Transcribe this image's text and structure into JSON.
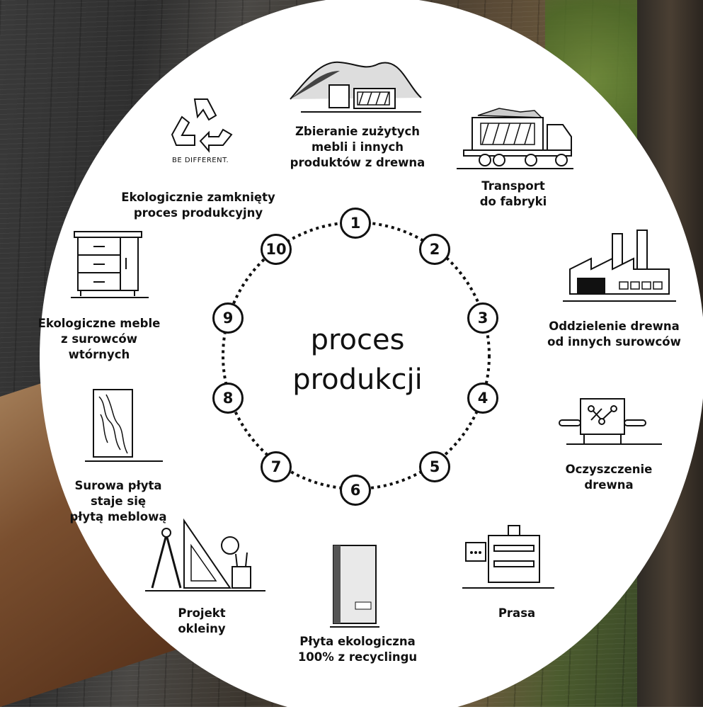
{
  "center": {
    "line1": "proces",
    "line2": "produkcji"
  },
  "nodes": [
    "1",
    "2",
    "3",
    "4",
    "5",
    "6",
    "7",
    "8",
    "9",
    "10"
  ],
  "steps": [
    {
      "text": "Zbieranie zużytych\nmebli i innych\nproduktów z drewna",
      "icon": "collection-pile-icon"
    },
    {
      "text": "Transport\ndo fabryki",
      "icon": "truck-icon"
    },
    {
      "text": "Oddzielenie drewna\nod innych surowców",
      "icon": "factory-icon"
    },
    {
      "text": "Oczyszczenie\ndrewna",
      "icon": "cleaning-machine-icon"
    },
    {
      "text": "Prasa",
      "icon": "press-icon"
    },
    {
      "text": "Płyta ekologiczna\n100% z recyclingu",
      "icon": "board-icon"
    },
    {
      "text": "Projekt\nokleiny",
      "icon": "drafting-tools-icon"
    },
    {
      "text": "Surowa płyta\nstaje się\npłytą meblową",
      "icon": "raw-board-icon"
    },
    {
      "text": "Ekologiczne meble\nz surowców\nwtórnych",
      "icon": "dresser-icon"
    },
    {
      "text": "Ekologicznie zamknięty\nproces produkcyjny",
      "icon": "recycle-icon"
    }
  ],
  "recycle_caption": "BE DIFFERENT.",
  "colors": {
    "ink": "#111111",
    "circle": "#ffffff"
  }
}
